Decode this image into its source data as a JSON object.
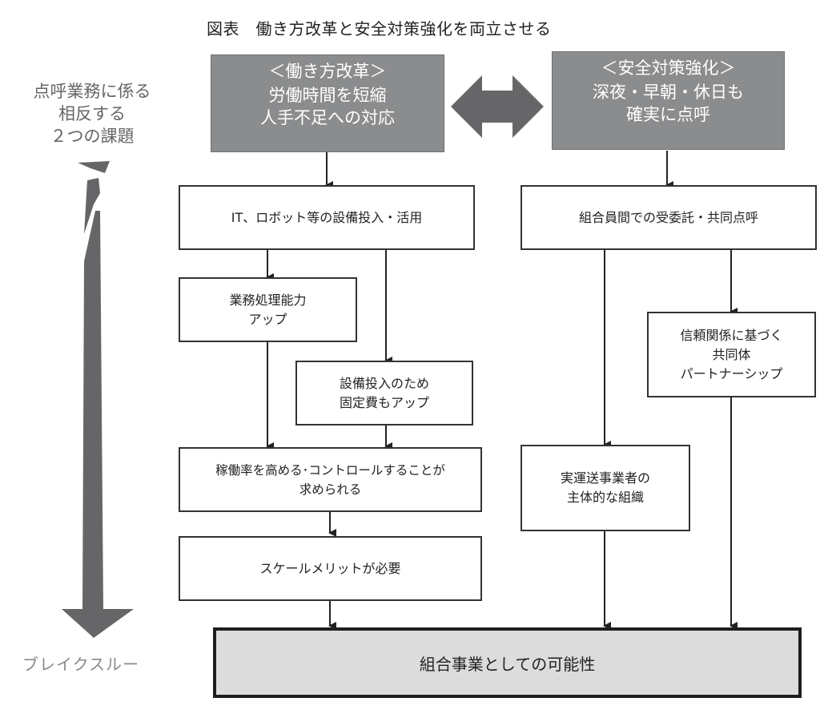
{
  "title": "図表　働き方改革と安全対策強化を両立させる",
  "left_label": {
    "lines": [
      "点呼業務に係る",
      "相反する",
      "２つの課題"
    ],
    "bottom": "ブレイクスルー"
  },
  "top_boxes": {
    "work_style": {
      "heading": "＜働き方改革＞",
      "lines": [
        "労働時間を短縮",
        "人手不足への対応"
      ]
    },
    "safety": {
      "heading": "＜安全対策強化＞",
      "lines": [
        "深夜・早朝・休日も",
        "確実に点呼"
      ]
    }
  },
  "left_flow": {
    "it_investment": "IT、ロボット等の設備投入・活用",
    "capacity_up": [
      "業務処理能力",
      "アップ"
    ],
    "fixed_cost_up": [
      "設備投入のため",
      "固定費もアップ"
    ],
    "utilization": [
      "稼働率を高める･コントロールすることが",
      "求められる"
    ],
    "scale_merit": "スケールメリットが必要"
  },
  "right_flow": {
    "joint_rollcall": "組合員間での受委託・共同点呼",
    "partnership": [
      "信頼関係に基づく",
      "共同体",
      "パートナーシップ"
    ],
    "carrier_org": [
      "実運送事業者の",
      "主体的な組織"
    ]
  },
  "final_box": "組合事業としての可能性",
  "colors": {
    "header_box": "#8b8c8e",
    "arrow_gray": "#666668",
    "final_fill": "#dcdcdd",
    "line": "#222222"
  }
}
